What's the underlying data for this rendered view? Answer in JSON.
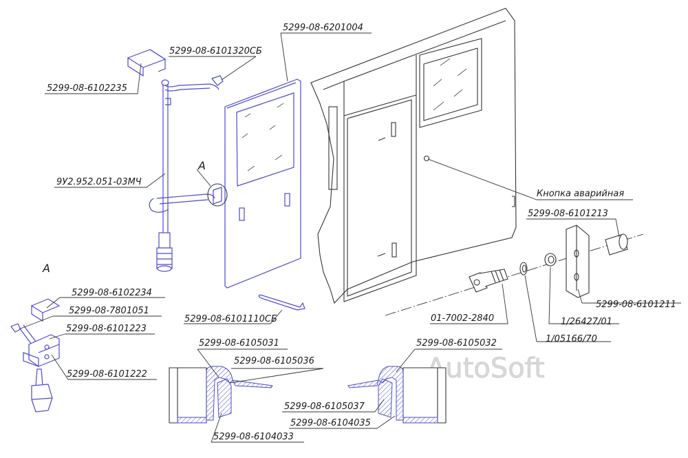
{
  "labels": {
    "door_assembly": "5299-08-6201004",
    "hinge_bracket_top": "5299-08-6101320СБ",
    "clamp_top": "5299-08-6102235",
    "cylinder": "9У2.952.051-03МЧ",
    "view_a_marker": "A",
    "emergency_button": "Кнопка аварийная",
    "bushing": "5299-08-6101213",
    "hinge_plate": "5299-08-6101211",
    "washer_1": "1/26427/01",
    "washer_2": "1/05166/70",
    "bolt": "01-7002-2840",
    "rod": "5299-08-6101110СБ",
    "view_a_title": "A",
    "clamp_bottom": "5299-08-6102234",
    "pin": "5299-08-7801051",
    "lever": "5299-08-6101223",
    "bracket_a": "5299-08-6101222",
    "seal_left_top": "5299-08-6105031",
    "seal_left_mid": "5299-08-6105036",
    "seal_left_bottom": "5299-08-6104033",
    "seal_right_top": "5299-08-6105032",
    "seal_right_mid": "5299-08-6105037",
    "seal_right_bottom": "5299-08-6104035"
  },
  "watermark": "AutoSoft",
  "colors": {
    "part_line": "#4a4ad0",
    "outline": "#333333",
    "text": "#1a1a1a",
    "watermark": "#d8d8d8"
  }
}
